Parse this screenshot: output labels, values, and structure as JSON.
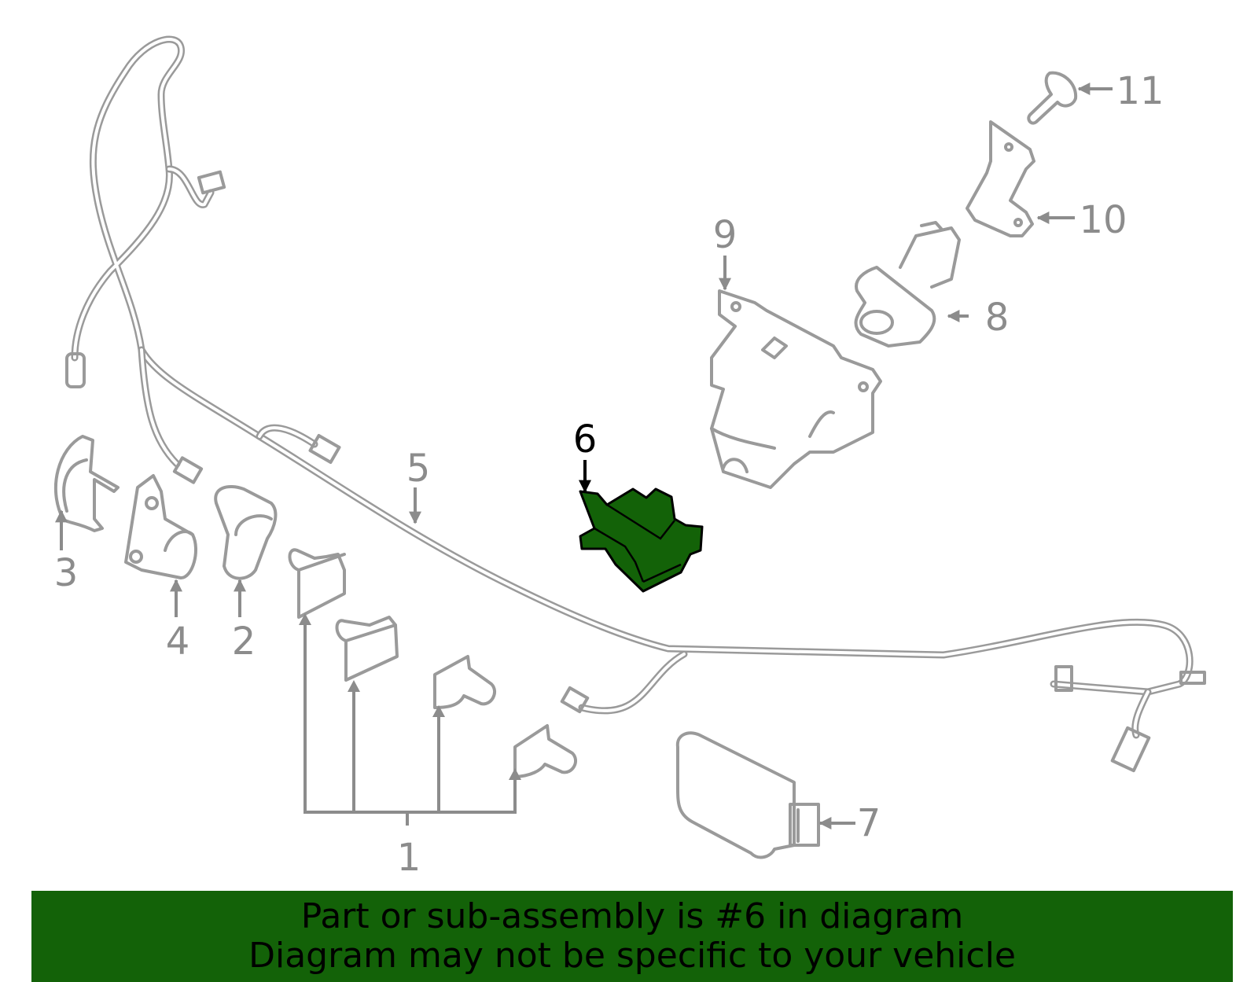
{
  "callouts": {
    "c1": "1",
    "c2": "2",
    "c3": "3",
    "c4": "4",
    "c5": "5",
    "c6": "6",
    "c7": "7",
    "c8": "8",
    "c9": "9",
    "c10": "10",
    "c11": "11"
  },
  "highlight": {
    "part": "6",
    "color": "#136208"
  },
  "colors": {
    "line_art": "#9a9a9a",
    "banner": "#136208"
  },
  "banner": {
    "line1": "Part or sub-assembly is #6 in diagram",
    "line2": "Diagram may not be specific to your vehicle"
  }
}
